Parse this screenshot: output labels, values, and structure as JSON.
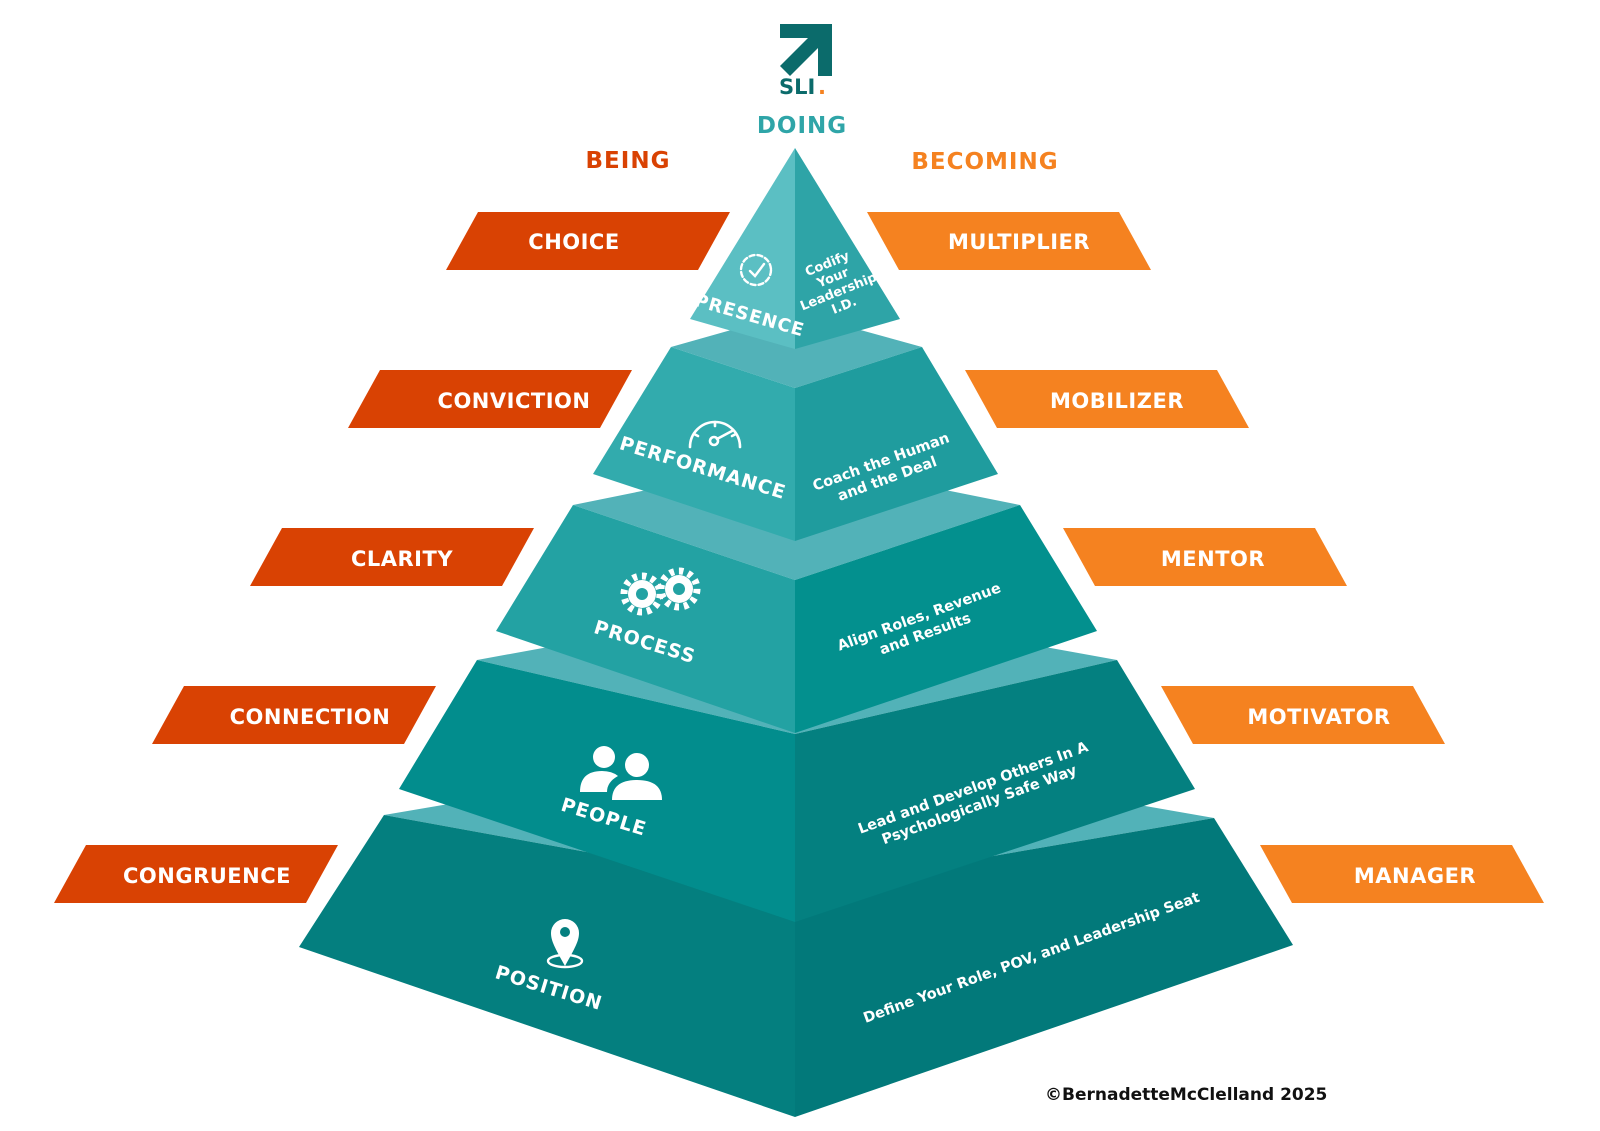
{
  "logo": {
    "text": "SLI",
    "dot": "."
  },
  "headings": {
    "doing": "DOING",
    "being": "BEING",
    "becoming": "BECOMING"
  },
  "colors": {
    "teal_text": "#2fa5a8",
    "being_orange": "#d94203",
    "becoming_orange": "#f58220",
    "logo_teal": "#0b6b6b",
    "band_light": "#52b2b8"
  },
  "levels": [
    {
      "name": "PRESENCE",
      "desc_lines": [
        "Codify",
        "Your",
        "Leadership",
        "I.D."
      ],
      "icon": "clock-check-icon",
      "being": "CHOICE",
      "becoming": "MULTIPLIER"
    },
    {
      "name": "PERFORMANCE",
      "desc_lines": [
        "Coach the Human",
        "and the Deal"
      ],
      "icon": "speedometer-icon",
      "being": "CONVICTION",
      "becoming": "MOBILIZER"
    },
    {
      "name": "PROCESS",
      "desc_lines": [
        "Align Roles, Revenue",
        "and Results"
      ],
      "icon": "gears-icon",
      "being": "CLARITY",
      "becoming": "MENTOR"
    },
    {
      "name": "PEOPLE",
      "desc_lines": [
        "Lead and Develop Others In A",
        "Psychologically Safe Way"
      ],
      "icon": "people-icon",
      "being": "CONNECTION",
      "becoming": "MOTIVATOR"
    },
    {
      "name": "POSITION",
      "desc_lines": [
        "Define Your Role, POV, and Leadership Seat"
      ],
      "icon": "map-pin-icon",
      "being": "CONGRUENCE",
      "becoming": "MANAGER"
    }
  ],
  "copyright": "©BernadetteMcClelland 2025"
}
